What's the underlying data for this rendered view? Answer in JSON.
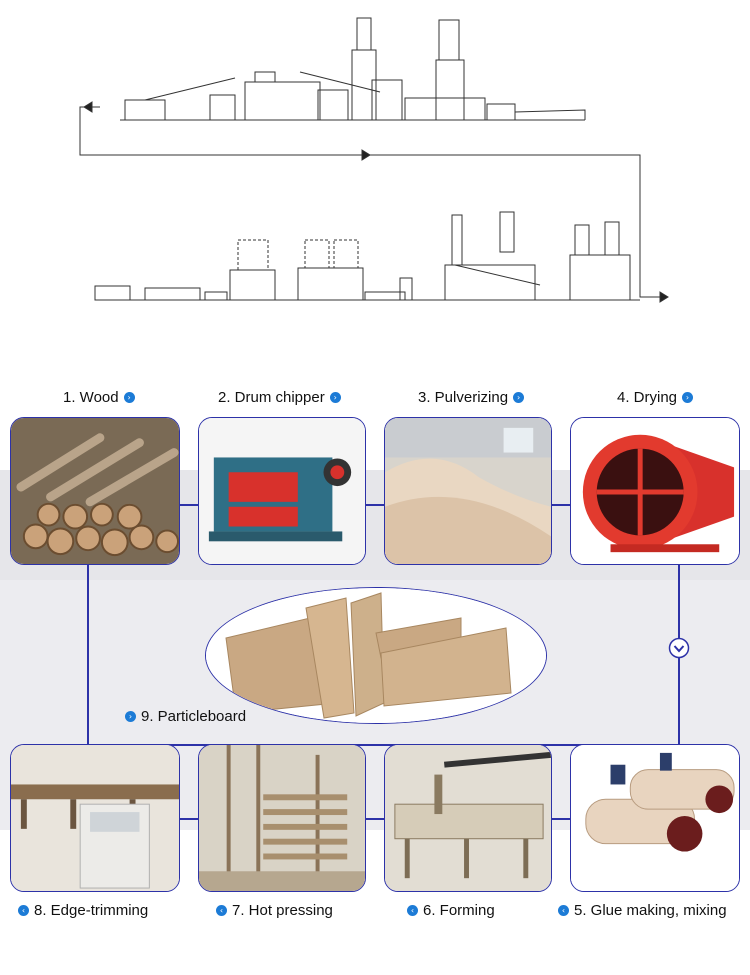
{
  "steps": {
    "s1": "1. Wood",
    "s2": "2. Drum chipper",
    "s3": "3. Pulverizing",
    "s4": "4. Drying",
    "s5": "5. Glue making, mixing",
    "s6": "6. Forming",
    "s7": "7. Hot pressing",
    "s8": "8. Edge-trimming",
    "s9": "9. Particleboard"
  },
  "colors": {
    "accent": "#2d32a8",
    "bullet": "#1c7bd6",
    "band": "#e6e6ea"
  },
  "icons": {
    "bullet": "chevron-right-circle-icon"
  }
}
